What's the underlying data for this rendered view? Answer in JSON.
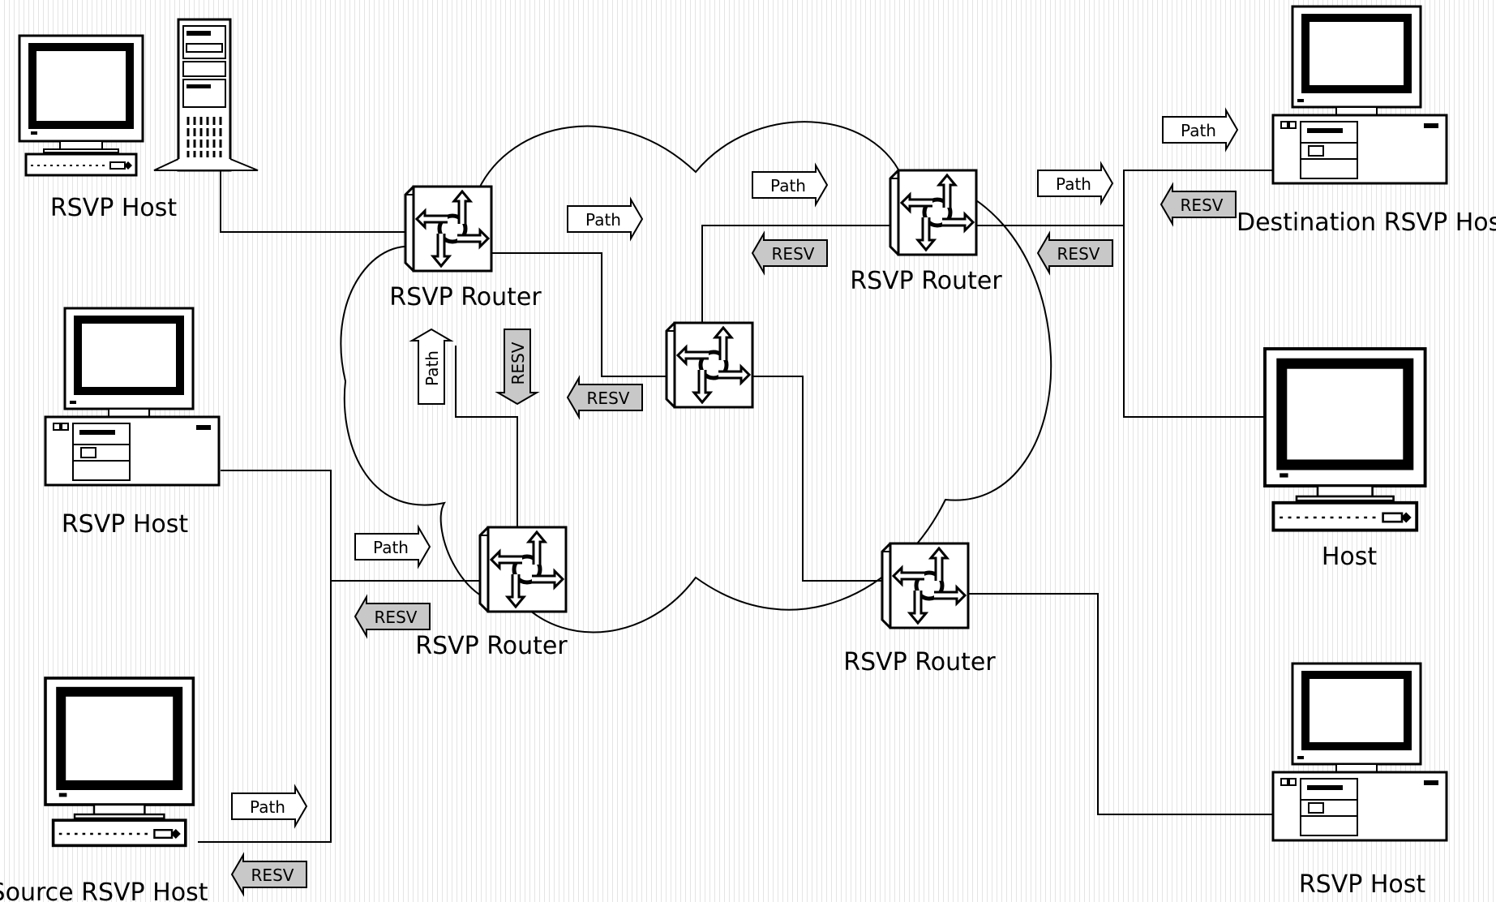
{
  "labels": {
    "host_top_left": "RSVP Host",
    "host_mid_left": "RSVP Host",
    "host_source": "Source RSVP Host",
    "host_dest": "Destination RSVP Host",
    "host_mid_right": "Host",
    "host_bottom_right": "RSVP Host",
    "router_top_left": "RSVP Router",
    "router_top_right": "RSVP Router",
    "router_bottom_left": "RSVP Router",
    "router_bottom_right": "RSVP Router"
  },
  "arrows": {
    "path": "Path",
    "resv": "RESV"
  },
  "colors": {
    "line": "#000000",
    "path_fill": "#ffffff",
    "resv_fill": "#c8c8c8",
    "stripe": "#e4e4e4"
  }
}
